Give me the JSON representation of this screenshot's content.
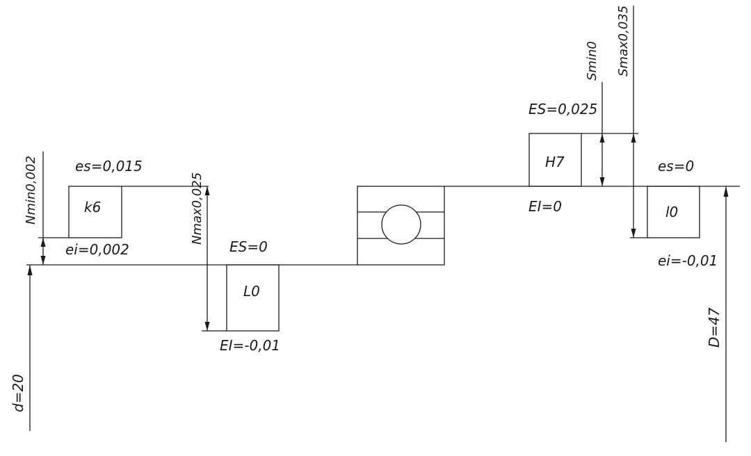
{
  "diagram": {
    "shaft_fit": {
      "field_label": "k6",
      "es_label": "es=0,015",
      "ei_label": "ei=0,002",
      "nmin_label": "Nmin0,002",
      "nmax_label": "Nmax0,025",
      "bearing_es_label": "ES=0",
      "bearing_field_label": "L0",
      "bearing_ei_label": "EI=-0,01",
      "diameter_label": "d=20"
    },
    "housing_fit": {
      "field_label": "H7",
      "es_label": "ES=0,025",
      "ei_label": "EI=0",
      "smin_label": "Smin0",
      "smax_label": "Smax0,035",
      "bearing_es_label": "es=0",
      "bearing_field_label": "l0",
      "bearing_ei_label": "ei=-0,01",
      "diameter_label": "D=47"
    }
  }
}
